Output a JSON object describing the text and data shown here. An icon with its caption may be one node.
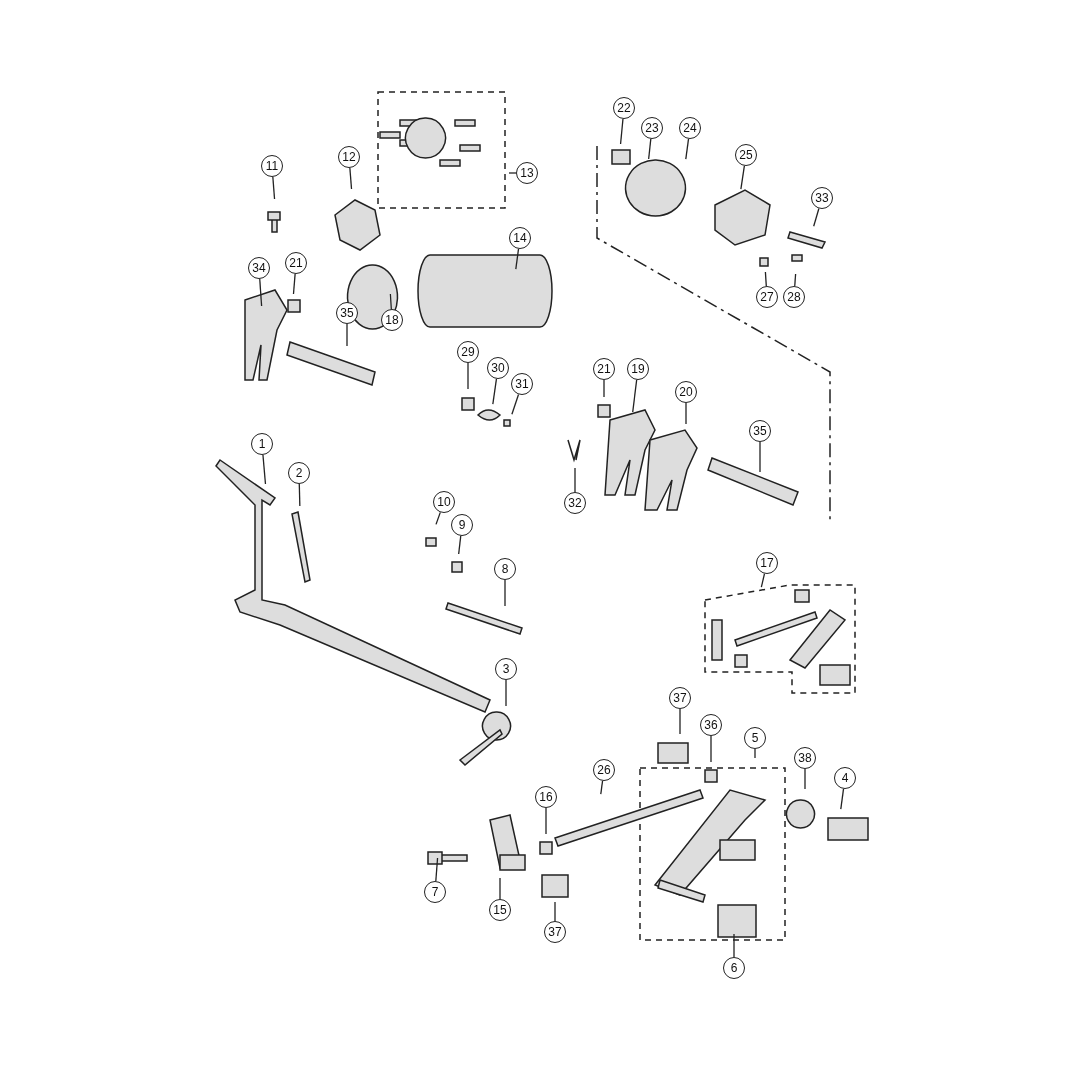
{
  "diagram": {
    "nodes": [
      {
        "text": [
          "22"
        ]
      },
      {
        "text": [
          "23"
        ]
      },
      {
        "text": [
          "24"
        ]
      },
      {
        "text": [
          "12"
        ]
      },
      {
        "text": [
          "25"
        ]
      },
      {
        "text": [
          "11"
        ]
      },
      {
        "text": [
          "13"
        ]
      },
      {
        "text": [
          "33"
        ]
      },
      {
        "text": [
          "14"
        ]
      },
      {
        "text": [
          "34"
        ]
      },
      {
        "text": [
          "21"
        ]
      },
      {
        "text": [
          "18"
        ]
      },
      {
        "text": [
          "27"
        ]
      },
      {
        "text": [
          "28"
        ]
      },
      {
        "text": [
          "35"
        ]
      },
      {
        "text": [
          "29"
        ]
      },
      {
        "text": [
          "30"
        ]
      },
      {
        "text": [
          "31"
        ]
      },
      {
        "text": [
          "21"
        ]
      },
      {
        "text": [
          "19"
        ]
      },
      {
        "text": [
          "20"
        ]
      },
      {
        "text": [
          "35"
        ]
      },
      {
        "text": [
          "1"
        ]
      },
      {
        "text": [
          "2"
        ]
      },
      {
        "text": [
          "32"
        ]
      },
      {
        "text": [
          "10"
        ]
      },
      {
        "text": [
          "9"
        ]
      },
      {
        "text": [
          "17"
        ]
      },
      {
        "text": [
          "8"
        ]
      },
      {
        "text": [
          "3"
        ]
      },
      {
        "text": [
          "37"
        ]
      },
      {
        "text": [
          "36"
        ]
      },
      {
        "text": [
          "5"
        ]
      },
      {
        "text": [
          "26"
        ]
      },
      {
        "text": [
          "38"
        ]
      },
      {
        "text": [
          "4"
        ]
      },
      {
        "text": [
          "16"
        ]
      },
      {
        "text": [
          "7"
        ]
      },
      {
        "text": [
          "15"
        ]
      },
      {
        "text": [
          "37"
        ]
      },
      {
        "text": [
          "6"
        ]
      }
    ],
    "edges": [
      {
        "from": 0,
        "to": null,
        "arrow": "none"
      },
      {
        "from": 1,
        "to": null,
        "arrow": "none"
      },
      {
        "from": 2,
        "to": null,
        "arrow": "none"
      },
      {
        "from": 3,
        "to": null,
        "arrow": "none"
      },
      {
        "from": 4,
        "to": null,
        "arrow": "none"
      },
      {
        "from": 5,
        "to": null,
        "arrow": "none"
      },
      {
        "from": 6,
        "to": null,
        "arrow": "none"
      },
      {
        "from": 7,
        "to": null,
        "arrow": "none"
      },
      {
        "from": 8,
        "to": null,
        "arrow": "none"
      },
      {
        "from": 9,
        "to": null,
        "arrow": "none"
      },
      {
        "from": 10,
        "to": null,
        "arrow": "none"
      },
      {
        "from": 11,
        "to": null,
        "arrow": "none"
      },
      {
        "from": 12,
        "to": null,
        "arrow": "none"
      },
      {
        "from": 13,
        "to": null,
        "arrow": "none"
      },
      {
        "from": 14,
        "to": null,
        "arrow": "none"
      },
      {
        "from": 15,
        "to": null,
        "arrow": "none"
      },
      {
        "from": 16,
        "to": null,
        "arrow": "none"
      },
      {
        "from": 17,
        "to": null,
        "arrow": "none"
      },
      {
        "from": 18,
        "to": null,
        "arrow": "none"
      },
      {
        "from": 19,
        "to": null,
        "arrow": "none"
      },
      {
        "from": 20,
        "to": null,
        "arrow": "none"
      },
      {
        "from": 21,
        "to": null,
        "arrow": "none"
      },
      {
        "from": 22,
        "to": null,
        "arrow": "none"
      },
      {
        "from": 23,
        "to": null,
        "arrow": "none"
      },
      {
        "from": 24,
        "to": null,
        "arrow": "none"
      },
      {
        "from": 25,
        "to": null,
        "arrow": "none"
      },
      {
        "from": 26,
        "to": null,
        "arrow": "none"
      },
      {
        "from": 27,
        "to": null,
        "arrow": "none"
      },
      {
        "from": 28,
        "to": null,
        "arrow": "none"
      },
      {
        "from": 29,
        "to": null,
        "arrow": "none"
      },
      {
        "from": 30,
        "to": null,
        "arrow": "none"
      },
      {
        "from": 31,
        "to": null,
        "arrow": "none"
      },
      {
        "from": 32,
        "to": null,
        "arrow": "none"
      },
      {
        "from": 33,
        "to": null,
        "arrow": "none"
      },
      {
        "from": 34,
        "to": null,
        "arrow": "none"
      },
      {
        "from": 35,
        "to": null,
        "arrow": "none"
      },
      {
        "from": 36,
        "to": null,
        "arrow": "none"
      },
      {
        "from": 37,
        "to": null,
        "arrow": "none"
      },
      {
        "from": 38,
        "to": null,
        "arrow": "none"
      },
      {
        "from": 39,
        "to": null,
        "arrow": "none"
      },
      {
        "from": 40,
        "to": null,
        "arrow": "none"
      }
    ]
  }
}
